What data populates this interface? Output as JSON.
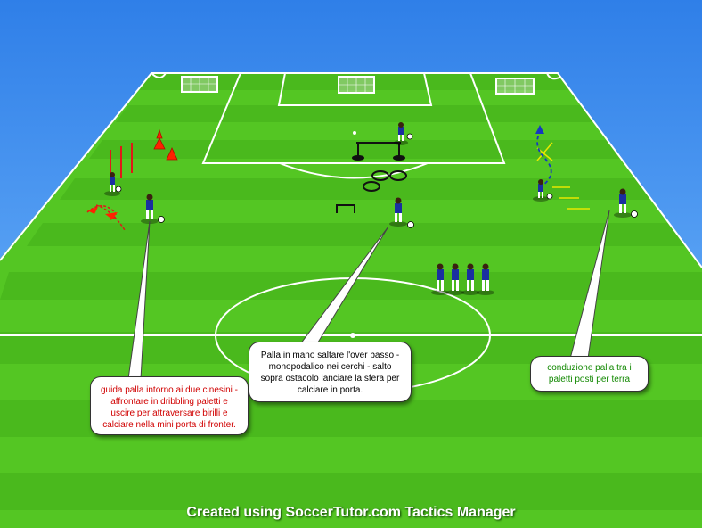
{
  "footer": "Created using SoccerTutor.com Tactics Manager",
  "callouts": {
    "left": {
      "text": "guida palla intorno ai due cinesini - affrontare in dribbling paletti e uscire per attraversare birilli e calciare nella mini porta di fronter.",
      "color": "#d00000"
    },
    "center": {
      "text": "Palla in mano saltare l'over basso - monopodalico nei cerchi - salto sopra ostacolo lanciare la sfera per calciare in porta.",
      "color": "#000000"
    },
    "right": {
      "text": "conduzione palla tra i paletti posti per terra",
      "color": "#118800"
    }
  },
  "colors": {
    "pitch_light": "#5fd22a",
    "pitch_dark": "#49b81c",
    "sky": "#4aa0ff",
    "player": "#1a2fa0",
    "cone": "#ff2200"
  }
}
